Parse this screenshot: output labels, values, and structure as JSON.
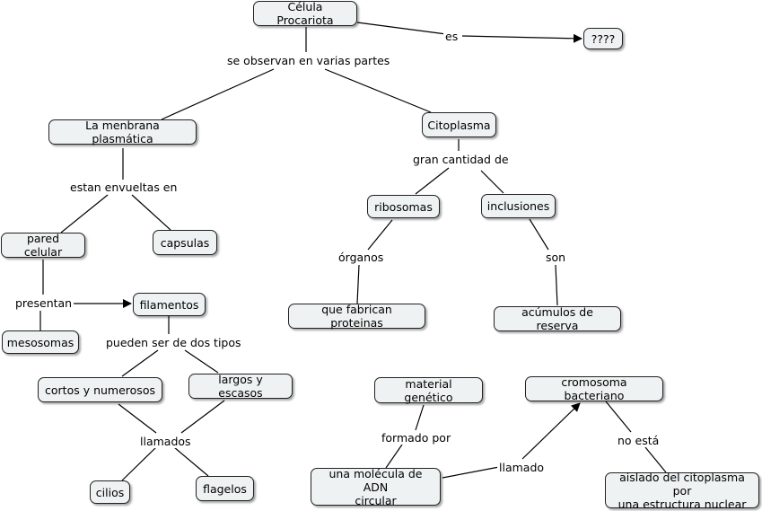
{
  "nodes": {
    "celula": "Célula Procariota",
    "unknown": "????",
    "membrana": "La menbrana plasmática",
    "citoplasma": "Citoplasma",
    "pared": "pared celular",
    "capsulas": "capsulas",
    "ribosomas": "ribosomas",
    "inclusiones": "inclusiones",
    "filamentos": "filamentos",
    "mesosomas": "mesosomas",
    "proteinas": "que fabrican proteinas",
    "acumulos": "acúmulos de reserva",
    "cortos": "cortos y numerosos",
    "largos": "largos y escasos",
    "material": "material genético",
    "cromosoma": "cromosoma bacteriano",
    "cilios": "cilios",
    "flagelos": "flagelos",
    "adn": "una molécula de ADN\ncircular",
    "aislado": "aislado del citoplasma por\nuna estructura nuclear"
  },
  "links": {
    "es": "es",
    "observan": "se observan en varias partes",
    "envueltas": "estan envueltas en",
    "gran_cantidad": "gran cantidad de",
    "presentan": "presentan",
    "organos": "órganos",
    "son": "son",
    "dos_tipos": "pueden ser de dos tipos",
    "llamados": "llamados",
    "formado_por": "formado por",
    "llamado": "llamado",
    "no_esta": "no está"
  }
}
